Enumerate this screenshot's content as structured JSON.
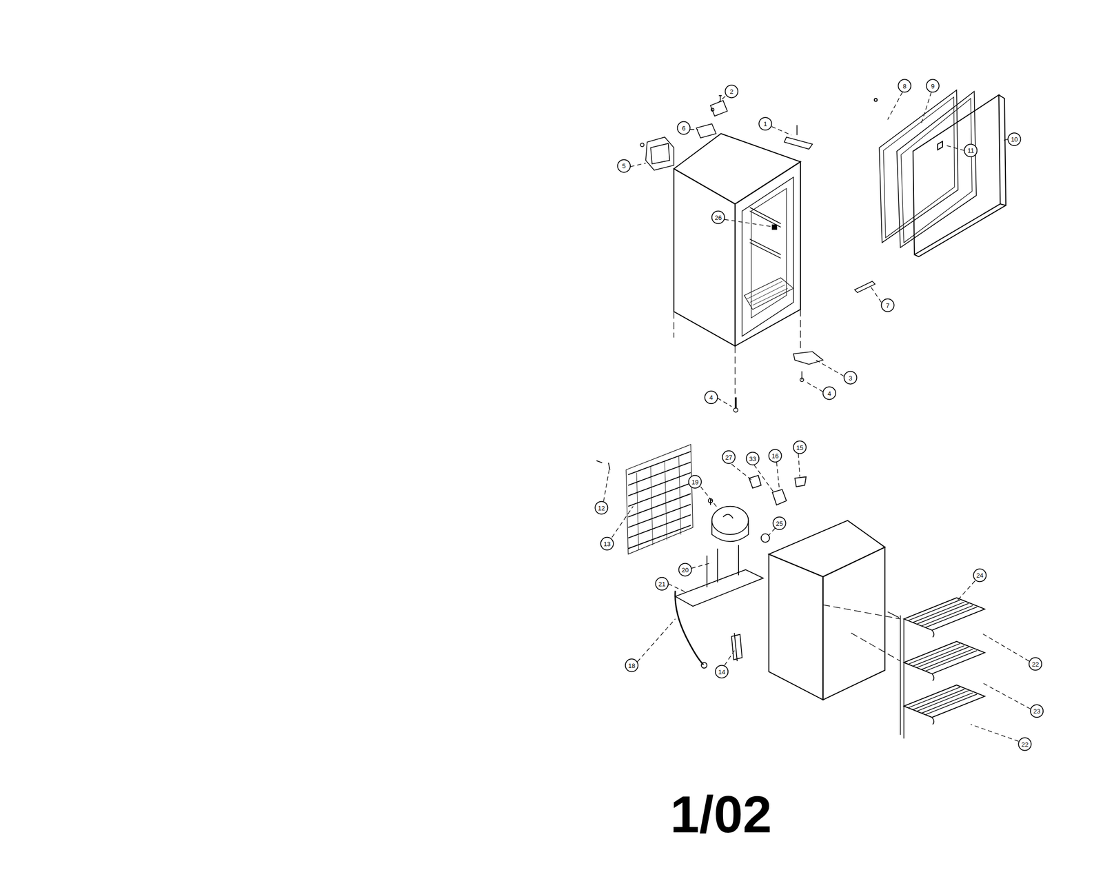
{
  "diagram": {
    "labels": [
      "2",
      "6",
      "1",
      "5",
      "26",
      "8",
      "9",
      "11",
      "10",
      "7",
      "3",
      "4",
      "4",
      "27",
      "33",
      "16",
      "15",
      "19",
      "12",
      "13",
      "25",
      "20",
      "21",
      "24",
      "18",
      "14",
      "22",
      "23",
      "22",
      "1/02"
    ]
  }
}
